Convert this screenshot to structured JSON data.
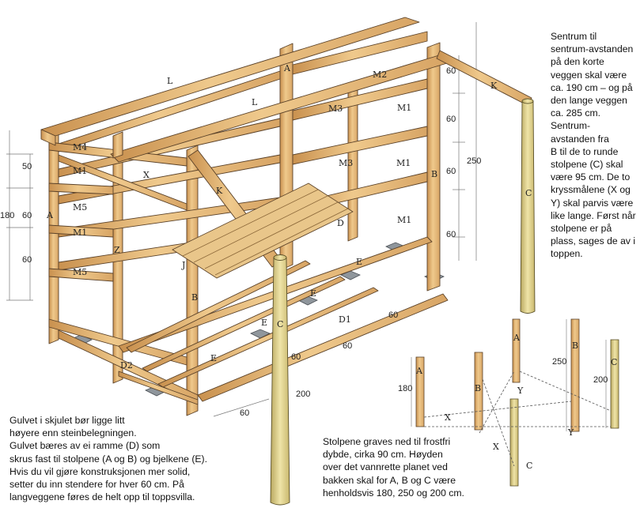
{
  "notes": {
    "right": "Sentrum til\nsentrum-avstanden\npå den korte\nveggen skal være\nca. 190 cm – og på\nden lange veggen\nca. 285 cm.\nSentrum-\navstanden fra\nB til de to runde\nstolpene (C) skal\nvære 95 cm. De to\nkryssmålene (X og\nY) skal parvis være\nlike lange. Først når\nstolpene er på\nplass, sages de av i\ntoppen.",
    "left": "Gulvet i skjulet bør ligge litt\nhøyere enn steinbelegningen.\nGulvet bæres av ei ramme (D) som\nskrus fast til stolpene (A og B) og bjelkene (E).\nHvis du vil gjøre konstruksjonen mer solid,\nsetter du inn stendere for hver 60 cm. På\nlangveggene føres de helt opp til toppsvilla.",
    "middle": "Stolpene graves ned til frostfri\ndybde, cirka 90 cm. Høyden\nover det vannrette planet ved\nbakken skal for A, B og C være\nhenholdsvis 180, 250 og 200 cm."
  },
  "labels": {
    "L_top": "L",
    "L_front": "L",
    "M2": "M2",
    "M3_back": "M3",
    "M1_back": "M1",
    "M3_mid": "M3",
    "M1_mid": "M1",
    "M1_low": "M1",
    "A_back": "A",
    "B_right": "B",
    "K_right": "K",
    "C_right": "C",
    "M4": "M4",
    "M1_l1": "M1",
    "M5_a": "M5",
    "M1_l2": "M1",
    "M5_b": "M5",
    "A_left": "A",
    "X_wall": "X",
    "K_front": "K",
    "Z": "Z",
    "J": "J",
    "B_front": "B",
    "C_front": "C",
    "D_floor": "D",
    "E_1": "E",
    "E_2": "E",
    "E_3": "E",
    "E_4": "E",
    "D1": "D1",
    "D2": "D2"
  },
  "dimensions": {
    "left_50": "50",
    "left_60a": "60",
    "left_60b": "60",
    "left_180": "180",
    "right_60a": "60",
    "right_60b": "60",
    "right_60c": "60",
    "right_60d": "60",
    "right_250": "250",
    "bottom_60a": "60",
    "bottom_60b": "60",
    "bottom_60c": "60",
    "bottom_60d": "60",
    "front_200": "200"
  },
  "inset": {
    "A": "A",
    "B": "B",
    "C": "C",
    "A_top": "A",
    "B_top": "B",
    "C_top": "C",
    "h180": "180",
    "h250": "250",
    "h200": "200",
    "X1": "X",
    "X2": "X",
    "Y1": "Y",
    "Y2": "Y"
  },
  "colors": {
    "wood": "#e6b872",
    "wood_dark": "#b98446",
    "wood_light": "#f3d7a3",
    "post_round": "#e3d48e",
    "line": "#4a3a26",
    "stone": "#8f969c"
  }
}
